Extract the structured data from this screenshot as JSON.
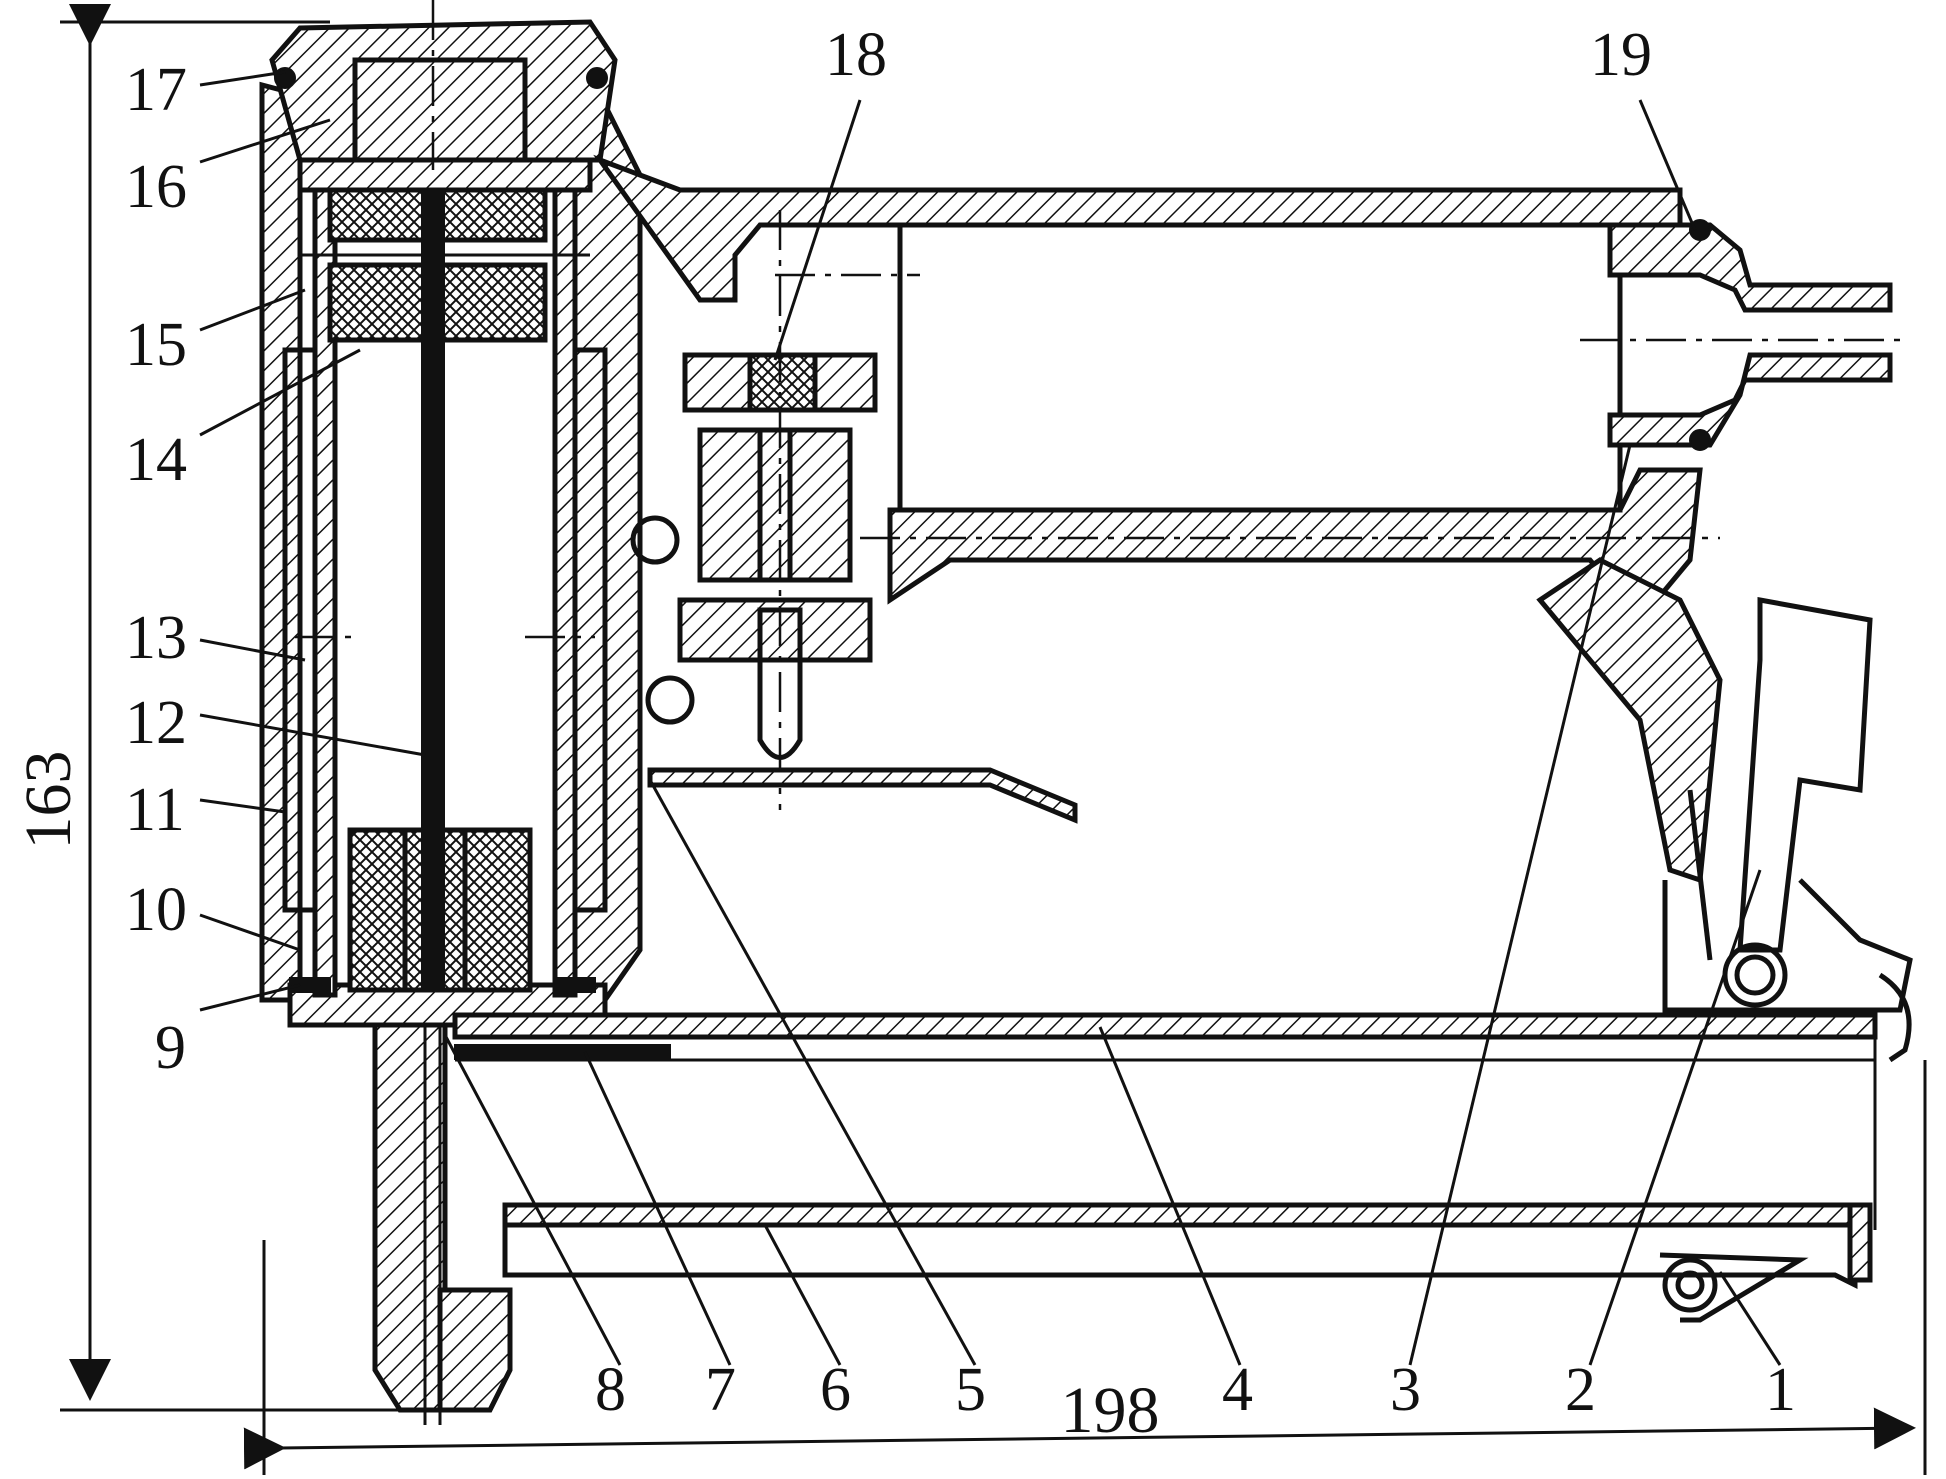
{
  "figure": {
    "dimensions": {
      "height_label": "163",
      "width_label": "198"
    },
    "part_labels": [
      "1",
      "2",
      "3",
      "4",
      "5",
      "6",
      "7",
      "8",
      "9",
      "10",
      "11",
      "12",
      "13",
      "14",
      "15",
      "16",
      "17",
      "18",
      "19"
    ]
  },
  "colors": {
    "ink": "#111111",
    "paper": "#ffffff"
  }
}
